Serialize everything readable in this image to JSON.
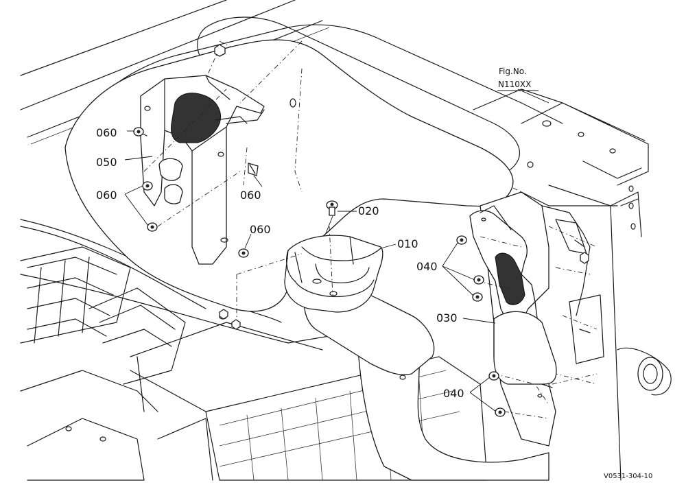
{
  "figure": {
    "fig_label": "Fig.No.",
    "fig_number": "N110XX",
    "reference": "V0531-304-10"
  },
  "parts": [
    {
      "id": "010",
      "label": "010"
    },
    {
      "id": "020",
      "label": "020"
    },
    {
      "id": "030",
      "label": "030"
    },
    {
      "id": "040a",
      "label": "040"
    },
    {
      "id": "040b",
      "label": "040"
    },
    {
      "id": "050",
      "label": "050"
    },
    {
      "id": "060a",
      "label": "060"
    },
    {
      "id": "060b",
      "label": "060"
    },
    {
      "id": "060c",
      "label": "060"
    },
    {
      "id": "060d",
      "label": "060"
    }
  ],
  "colors": {
    "line": "#1a1a1a",
    "background": "#ffffff",
    "mesh": "#333333"
  }
}
